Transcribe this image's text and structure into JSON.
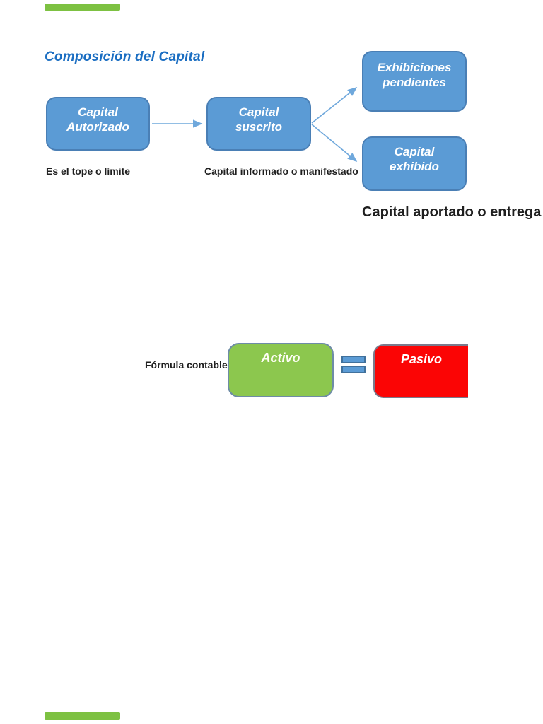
{
  "colors": {
    "title_blue": "#1B6EC2",
    "node_fill": "#5B9BD5",
    "node_border": "#4A7FB5",
    "arrow_blue": "#6FA8DC",
    "caption_text": "#1F1F1F",
    "activo_fill": "#8CC74E",
    "gray_blue_border": "#6E8CA6",
    "pasivo_fill": "#FB0505",
    "pasivo_border": "#7A7A8C",
    "equals_fill": "#5B9BD5",
    "equals_border": "#41719C",
    "clipped_green": "#7DC142"
  },
  "capital_diagram": {
    "title": "Composición del Capital",
    "nodes": {
      "autorizado": {
        "label": "Capital\nAutorizado",
        "caption": "Es el tope o límite"
      },
      "suscrito": {
        "label": "Capital\nsuscrito",
        "caption": "Capital informado o manifestado"
      },
      "exhibiciones": {
        "label": "Exhibiciones\npendientes"
      },
      "exhibido": {
        "label": "Capital\nexhibido",
        "caption": "Capital aportado o entrega"
      }
    }
  },
  "formula_diagram": {
    "label": "Fórmula contable",
    "activo_label": "Activo",
    "pasivo_label": "Pasivo",
    "operator": "equals-sign"
  }
}
